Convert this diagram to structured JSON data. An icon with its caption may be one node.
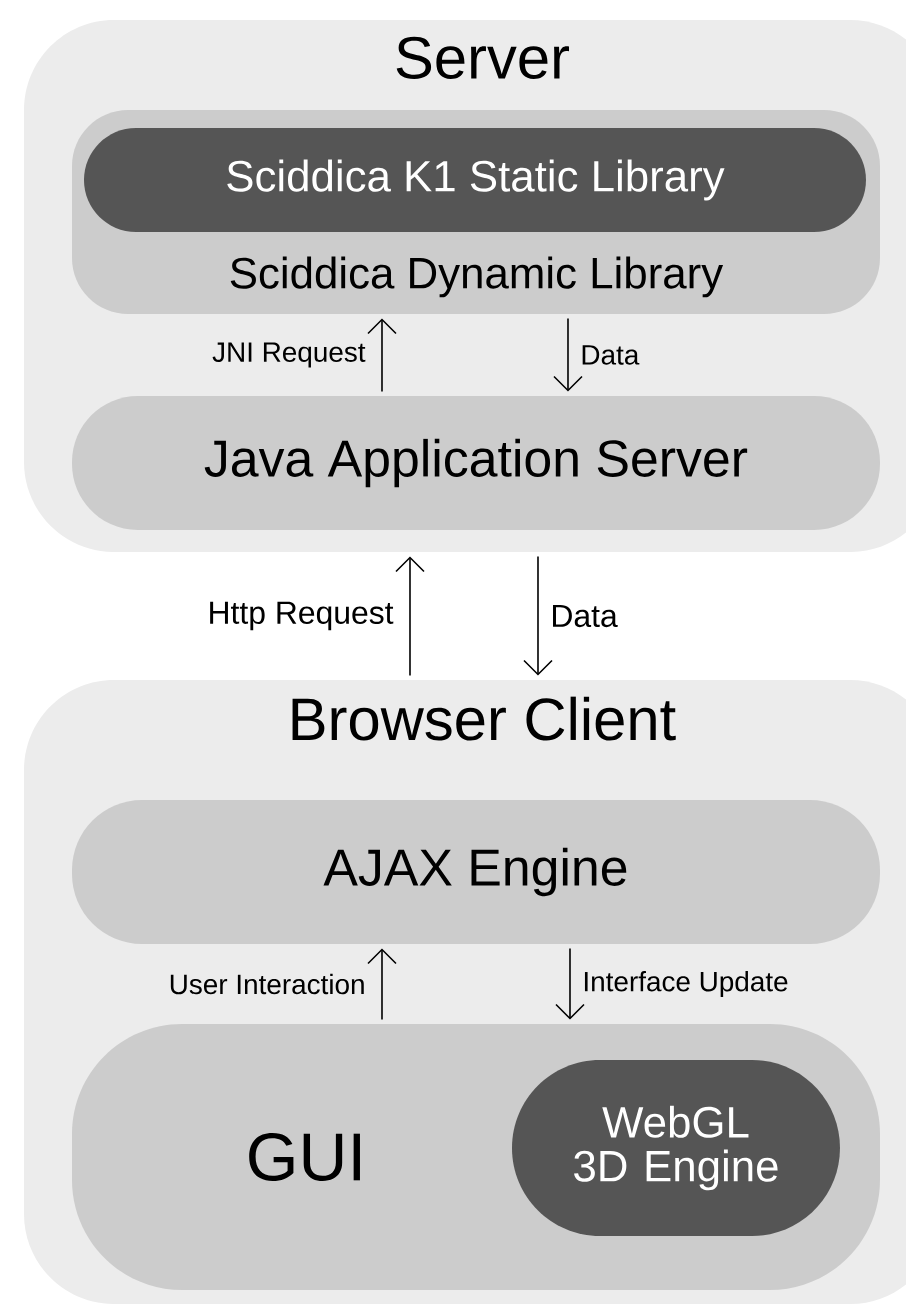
{
  "diagram": {
    "nodes": [
      {
        "text": [
          "Server"
        ]
      },
      {
        "text": [
          "Sciddica Dynamic Library"
        ],
        "in": 0
      },
      {
        "text": [
          "Sciddica K1 Static Library"
        ],
        "in": 1
      },
      {
        "text": [
          "Java Application Server"
        ],
        "in": 0
      },
      {
        "text": [
          "Browser Client"
        ]
      },
      {
        "text": [
          "AJAX Engine"
        ],
        "in": 4
      },
      {
        "text": [
          "GUI"
        ],
        "in": 4
      },
      {
        "text": [
          "WebGL 3D Engine"
        ],
        "in": 6
      }
    ],
    "edges": [
      {
        "from": 3,
        "to": 1,
        "arrow": "to",
        "label": "JNI Request"
      },
      {
        "from": 1,
        "to": 3,
        "arrow": "to",
        "label": "Data"
      },
      {
        "from": 4,
        "to": 0,
        "arrow": "to",
        "label": "Http Request"
      },
      {
        "from": 0,
        "to": 4,
        "arrow": "to",
        "label": "Data"
      },
      {
        "from": 6,
        "to": 5,
        "arrow": "to",
        "label": "User Interaction"
      },
      {
        "from": 5,
        "to": 6,
        "arrow": "to",
        "label": "Interface Update"
      }
    ]
  }
}
